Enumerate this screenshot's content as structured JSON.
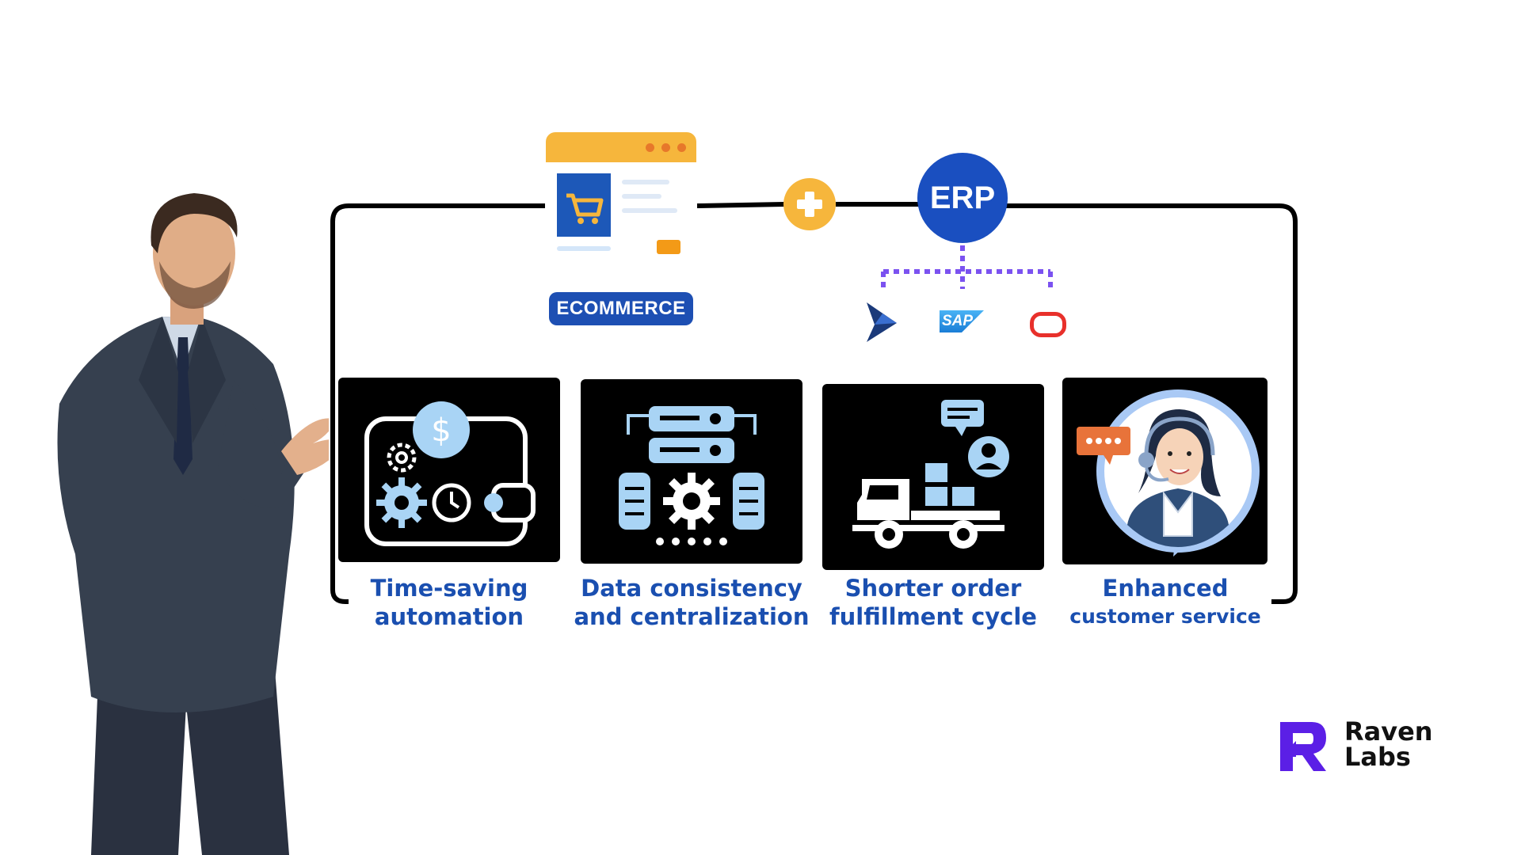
{
  "ecommerce": {
    "badge_label": "ECOMMERCE",
    "icon": "shopping-cart-icon"
  },
  "erp": {
    "label": "ERP",
    "connector_icon": "plus-icon"
  },
  "erp_systems": [
    {
      "name": "dynamics-logo-icon"
    },
    {
      "name": "sap-logo-icon",
      "text": "SAP"
    },
    {
      "name": "oracle-logo-icon"
    }
  ],
  "benefits": [
    {
      "line1": "Time-saving",
      "line2": "automation",
      "icon": "automation-wallet-gears-icon"
    },
    {
      "line1": "Data consistency",
      "line2": "and centralization",
      "icon": "database-server-gear-icon"
    },
    {
      "line1": "Shorter order",
      "line2": "fulfillment cycle",
      "icon": "delivery-truck-icon"
    },
    {
      "line1": "Enhanced",
      "line2": "customer service",
      "icon": "customer-support-agent-icon"
    }
  ],
  "brand": {
    "line1": "Raven",
    "line2": "Labs",
    "color": "#5b1fe6"
  },
  "colors": {
    "accent_blue": "#1a4fb0",
    "erp_blue": "#1a4fc0",
    "orange": "#f6b63c",
    "purple_dots": "#7b52f0",
    "icon_light_blue": "#a9d4f5"
  }
}
